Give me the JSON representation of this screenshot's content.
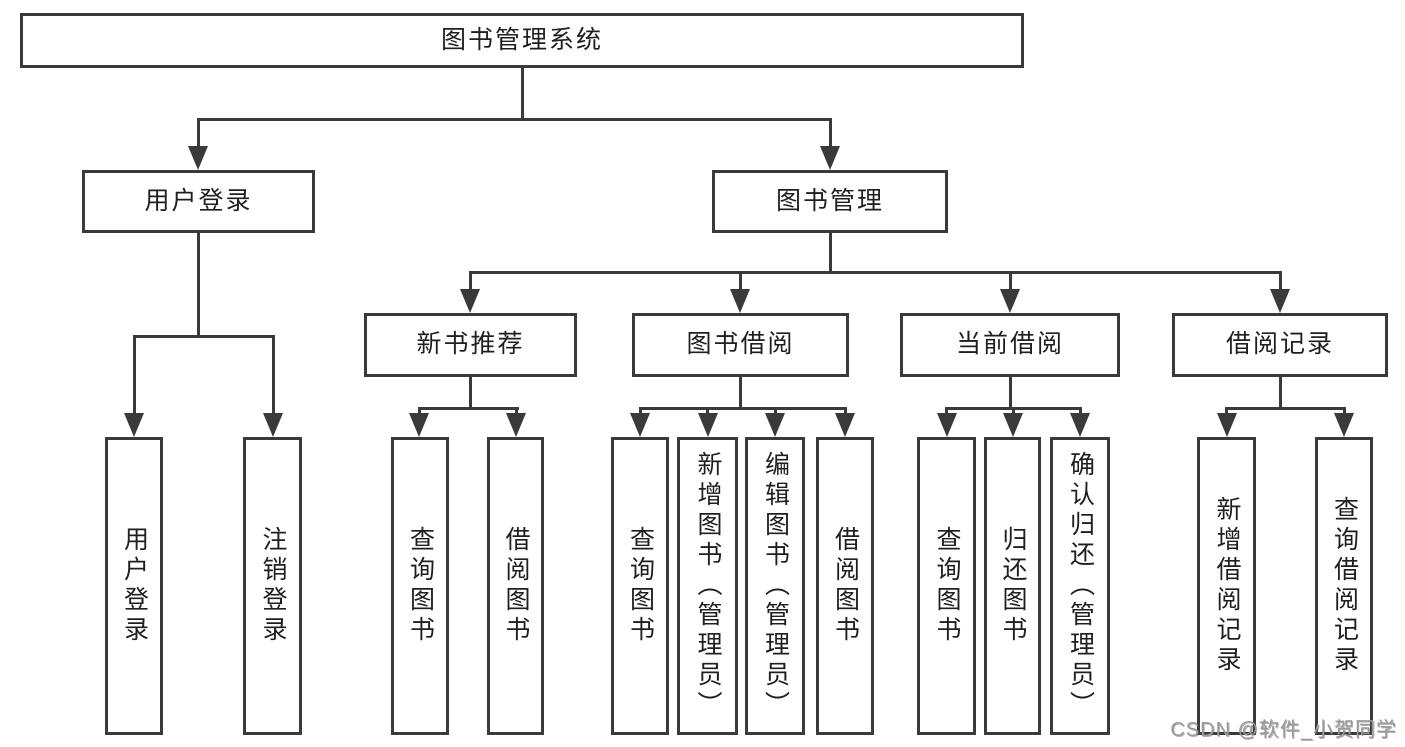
{
  "tree": {
    "root": {
      "label": "图书管理系统",
      "children": [
        {
          "label": "用户登录",
          "children": [
            {
              "label": "用户登录"
            },
            {
              "label": "注销登录"
            }
          ]
        },
        {
          "label": "图书管理",
          "children": [
            {
              "label": "新书推荐",
              "children": [
                {
                  "label": "查询图书"
                },
                {
                  "label": "借阅图书"
                }
              ]
            },
            {
              "label": "图书借阅",
              "children": [
                {
                  "label": "查询图书"
                },
                {
                  "label": "新增图书（管理员）"
                },
                {
                  "label": "编辑图书（管理员）"
                },
                {
                  "label": "借阅图书"
                }
              ]
            },
            {
              "label": "当前借阅",
              "children": [
                {
                  "label": "查询图书"
                },
                {
                  "label": "归还图书"
                },
                {
                  "label": "确认归还（管理员）"
                }
              ]
            },
            {
              "label": "借阅记录",
              "children": [
                {
                  "label": "新增借阅记录"
                },
                {
                  "label": "查询借阅记录"
                }
              ]
            }
          ]
        }
      ]
    }
  },
  "watermark": {
    "text": "CSDN @软件_小贺同学"
  },
  "colors": {
    "line": "#3a3a3c",
    "text": "#1f1f1f",
    "watermark": "#9b9b9b",
    "background": "#ffffff"
  }
}
